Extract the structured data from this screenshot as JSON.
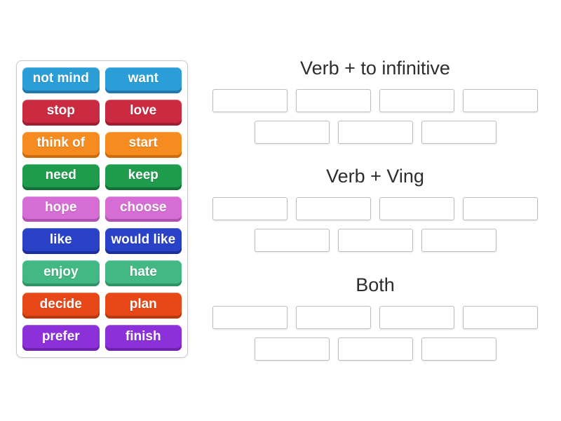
{
  "activity": {
    "kind": "group-sort"
  },
  "tile_panel": {
    "tiles": [
      {
        "label": "not mind",
        "color": "#2b9ed8",
        "edge": "#2079ae"
      },
      {
        "label": "want",
        "color": "#2b9ed8",
        "edge": "#2079ae"
      },
      {
        "label": "stop",
        "color": "#ca2b41",
        "edge": "#a11f33"
      },
      {
        "label": "love",
        "color": "#ca2b41",
        "edge": "#a11f33"
      },
      {
        "label": "think of",
        "color": "#f68b1f",
        "edge": "#cc6c0d"
      },
      {
        "label": "start",
        "color": "#f68b1f",
        "edge": "#cc6c0d"
      },
      {
        "label": "need",
        "color": "#1e9c4c",
        "edge": "#146f37"
      },
      {
        "label": "keep",
        "color": "#1e9c4c",
        "edge": "#146f37"
      },
      {
        "label": "hope",
        "color": "#d56dd5",
        "edge": "#b050b0"
      },
      {
        "label": "choose",
        "color": "#d56dd5",
        "edge": "#b050b0"
      },
      {
        "label": "like",
        "color": "#2942c8",
        "edge": "#1b2f9c"
      },
      {
        "label": "would like",
        "color": "#2942c8",
        "edge": "#1b2f9c"
      },
      {
        "label": "enjoy",
        "color": "#42b884",
        "edge": "#2e9468"
      },
      {
        "label": "hate",
        "color": "#42b884",
        "edge": "#2e9468"
      },
      {
        "label": "decide",
        "color": "#e84817",
        "edge": "#b5380f"
      },
      {
        "label": "plan",
        "color": "#e84817",
        "edge": "#b5380f"
      },
      {
        "label": "prefer",
        "color": "#8c30d9",
        "edge": "#6f22ae"
      },
      {
        "label": "finish",
        "color": "#8c30d9",
        "edge": "#6f22ae"
      }
    ]
  },
  "groups": [
    {
      "title": "Verb + to infinitive",
      "slot_rows": [
        4,
        3
      ]
    },
    {
      "title": "Verb + Ving",
      "slot_rows": [
        4,
        3
      ]
    },
    {
      "title": "Both",
      "slot_rows": [
        4,
        3
      ]
    }
  ],
  "colors": {
    "background": "#ffffff",
    "panel_border": "#c9c9c9",
    "slot_border": "#bdbdbd",
    "header_text": "#2d2d2d",
    "tile_text": "#ffffff"
  }
}
